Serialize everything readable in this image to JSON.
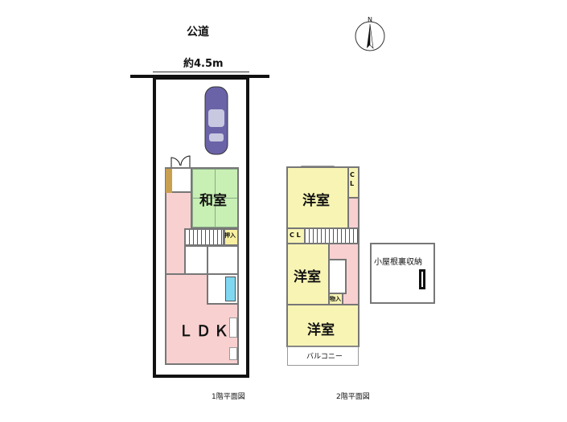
{
  "road_label": "公道",
  "north_label": "N",
  "dimension_label": "約4.5m",
  "floor1": {
    "japanese_room": "和室",
    "closet": "押入",
    "ldk": "ＬＤＫ",
    "caption": "1階平面図"
  },
  "floor2": {
    "room_top": "洋室",
    "room_middle": "洋室",
    "room_bottom": "洋室",
    "closet_top": "C\nL",
    "closet_stair": "C L",
    "storage": "物入",
    "balcony": "バルコニー",
    "caption": "2階平面図"
  },
  "attic": {
    "label": "小屋根裏収納"
  },
  "colors": {
    "japanese_room": "#c8f0b4",
    "ldk": "#f8d0d0",
    "western_room": "#f8f4b4",
    "bath": "#7fd8f0",
    "car": "#6a63a8"
  }
}
